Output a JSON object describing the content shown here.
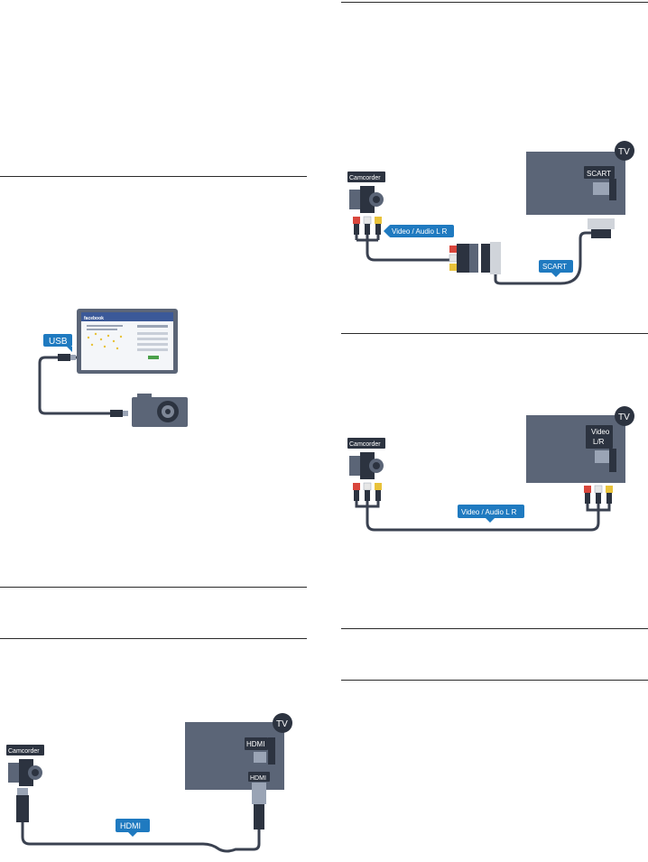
{
  "colors": {
    "tv_body": "#5b6577",
    "cable": "#3a4150",
    "blue_label": "#1f7ac0",
    "dark_badge": "#2c3340",
    "plug_red": "#d9463c",
    "plug_white": "#e6e6e6",
    "plug_yellow": "#e8c23a"
  },
  "left_column": {
    "usb_diagram": {
      "cable_label": "USB",
      "screen_brand": "facebook",
      "device": "camera-icon"
    },
    "hdmi_diagram": {
      "device_label": "Camcorder",
      "tv_label": "TV",
      "port_label": "HDMI",
      "plug_label": "HDMI",
      "cable_label": "HDMI"
    }
  },
  "right_column": {
    "scart_diagram": {
      "device_label": "Camcorder",
      "tv_label": "TV",
      "port_label": "SCART",
      "cable_label": "Video / Audio L R",
      "adapter_label": "SCART"
    },
    "av_diagram": {
      "device_label": "Camcorder",
      "tv_label": "TV",
      "port_label_line1": "Video",
      "port_label_line2": "L/R",
      "cable_label": "Video / Audio L R"
    }
  }
}
